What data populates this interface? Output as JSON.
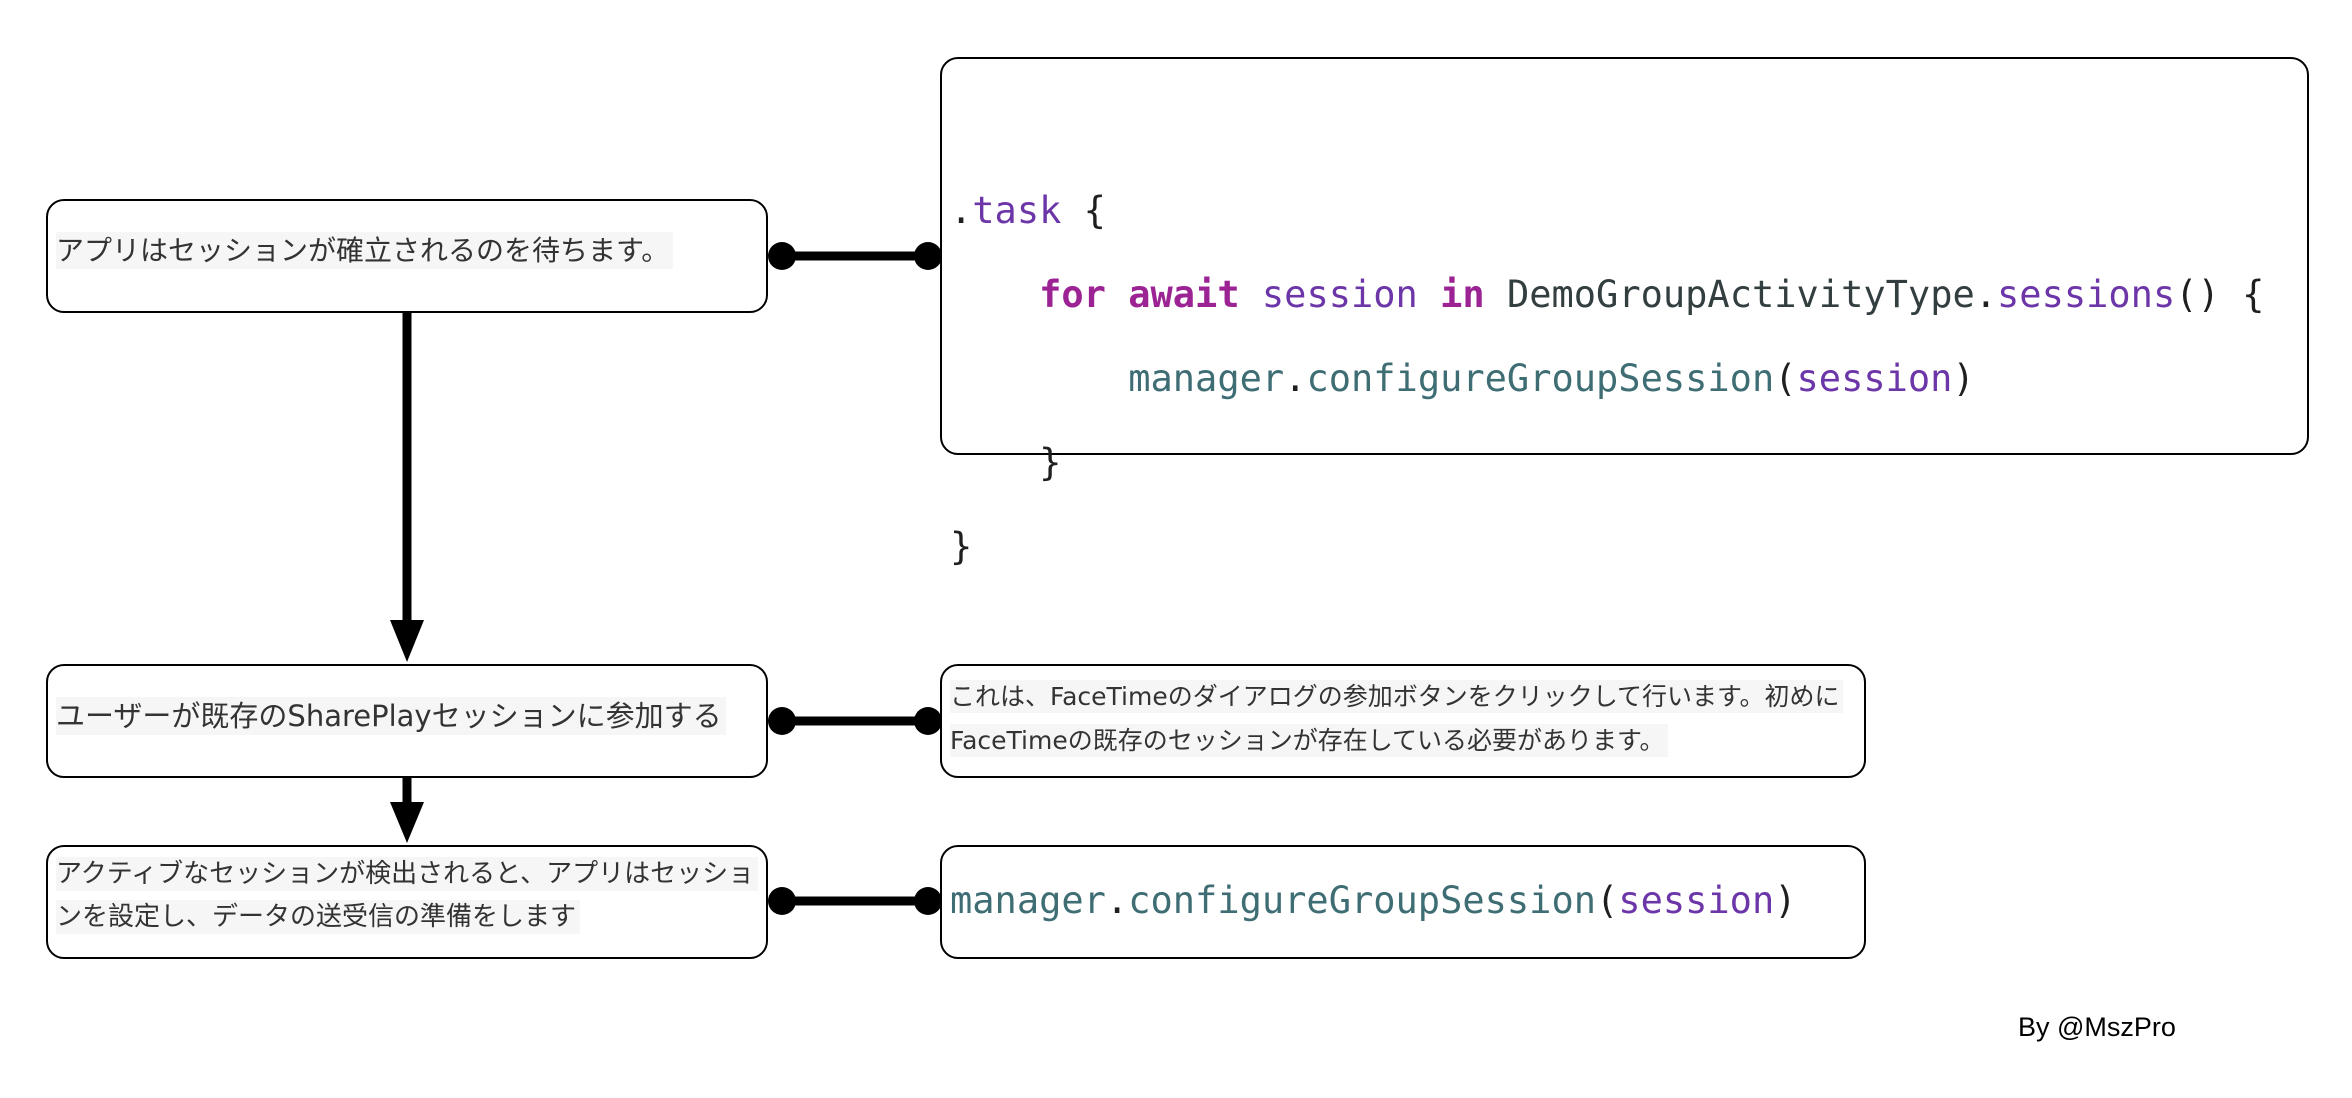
{
  "steps": [
    "アプリはセッションが確立されるのを待ちます。",
    "ユーザーが既存のSharePlayセッションに参加する",
    "アクティブなセッションが検出されると、アプリはセッションを設定し、データの送受信の準備をします"
  ],
  "notes": {
    "join": "これは、FaceTimeのダイアログの参加ボタンをクリックして行います。初めにFaceTimeの既存のセッションが存在している必要があります。"
  },
  "code_task": {
    "l1_dot": ".",
    "l1_task": "task",
    "l1_brace": " {",
    "l2_indent": "    ",
    "l2_for": "for",
    "l2_sp1": " ",
    "l2_await": "await",
    "l2_sp2": " ",
    "l2_session": "session",
    "l2_sp3": " ",
    "l2_in": "in",
    "l2_sp4": " ",
    "l2_type": "DemoGroupActivityType",
    "l2_dot": ".",
    "l2_sessions": "sessions",
    "l2_tail": "() {",
    "l3_indent": "        ",
    "l3_manager": "manager",
    "l3_dot": ".",
    "l3_method": "configureGroupSession",
    "l3_open": "(",
    "l3_arg": "session",
    "l3_close": ")",
    "l4": "    }",
    "l5": "}"
  },
  "code_configure": {
    "manager": "manager",
    "dot": ".",
    "method": "configureGroupSession",
    "open": "(",
    "arg": "session",
    "close": ")"
  },
  "byline": "By @MszPro",
  "colors": {
    "keyword": "#9b2393",
    "identifier": "#6c36a9",
    "method": "#3e6d74",
    "type": "#323e3f",
    "text_highlight": "#f6f6f6"
  }
}
